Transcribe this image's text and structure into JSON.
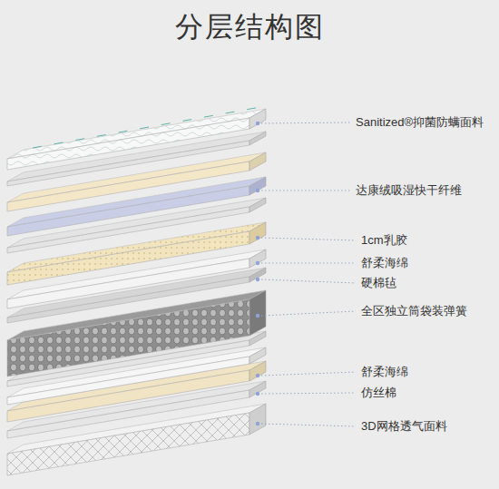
{
  "diagram": {
    "title": "分层结构图",
    "labels": [
      "Sanitized®抑菌防螨面料",
      "达康绒吸湿快干纤维",
      "1cm乳胶",
      "舒柔海绵",
      "硬棉毡",
      "全区独立筒袋装弹簧",
      "舒柔海绵",
      "仿丝棉",
      "3D网格透气面料"
    ]
  }
}
